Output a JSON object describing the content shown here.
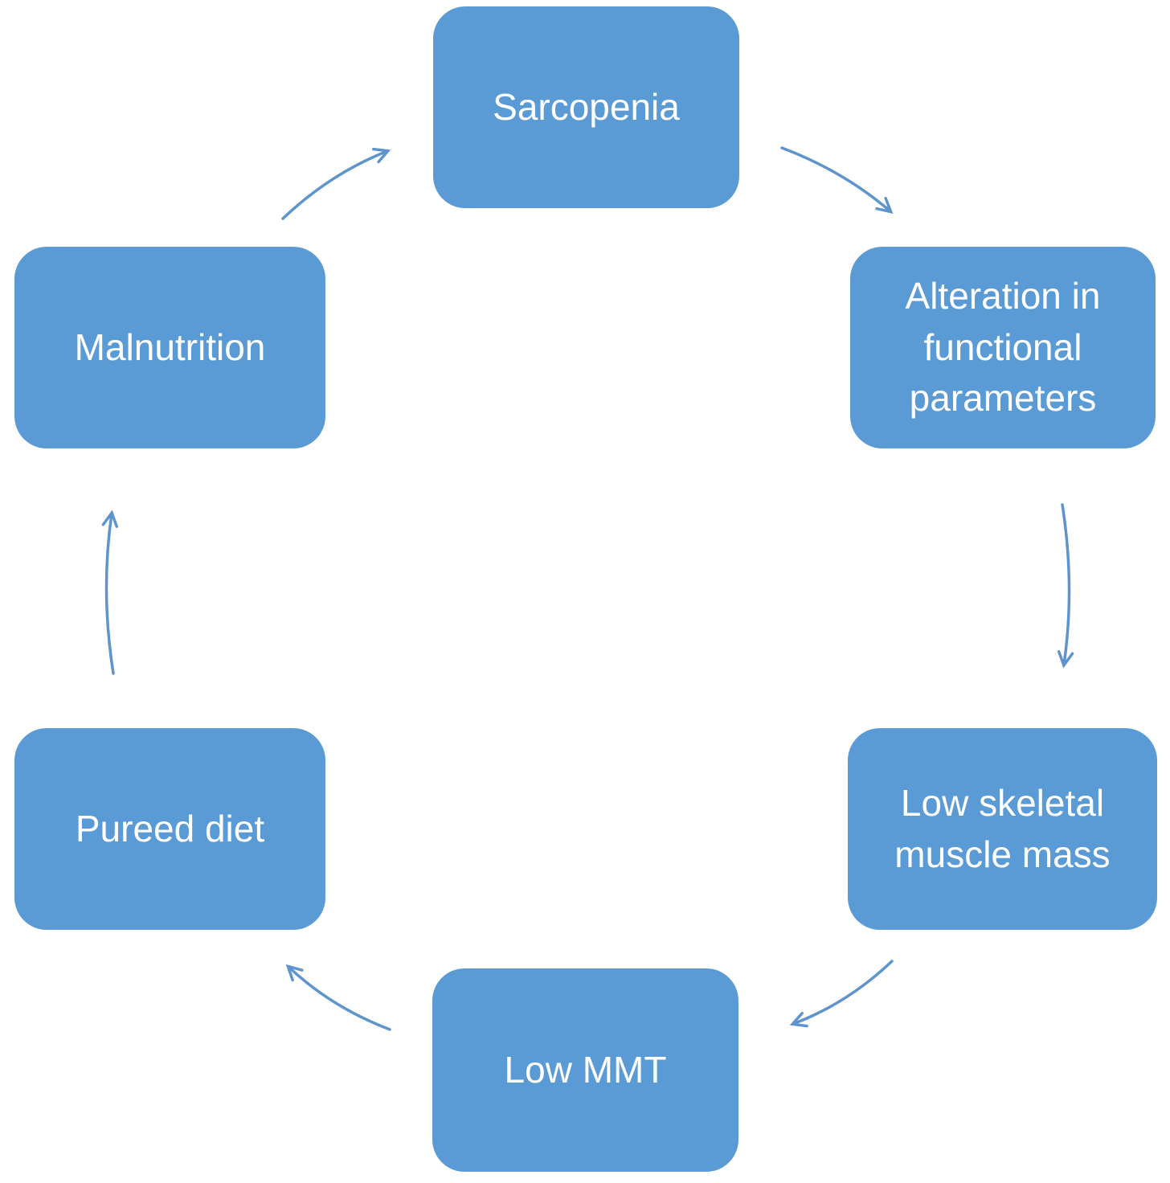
{
  "figure": {
    "type": "cycle-diagram",
    "background_color": "#ffffff",
    "node_fill_color": "#5B9BD5",
    "node_text_color": "#ffffff",
    "arrow_color": "#5E94CD",
    "nodes": [
      {
        "id": "sarcopenia",
        "label": "Sarcopenia"
      },
      {
        "id": "alteration-functional-parameters",
        "label": "Alteration in functional parameters"
      },
      {
        "id": "low-skeletal-muscle-mass",
        "label": "Low skeletal muscle mass"
      },
      {
        "id": "low-mmt",
        "label": "Low MMT"
      },
      {
        "id": "pureed-diet",
        "label": "Pureed diet"
      },
      {
        "id": "malnutrition",
        "label": "Malnutrition"
      }
    ],
    "edges": [
      {
        "from": "sarcopenia",
        "to": "alteration-functional-parameters"
      },
      {
        "from": "alteration-functional-parameters",
        "to": "low-skeletal-muscle-mass"
      },
      {
        "from": "low-skeletal-muscle-mass",
        "to": "low-mmt"
      },
      {
        "from": "low-mmt",
        "to": "pureed-diet"
      },
      {
        "from": "pureed-diet",
        "to": "malnutrition"
      },
      {
        "from": "malnutrition",
        "to": "sarcopenia"
      }
    ]
  }
}
